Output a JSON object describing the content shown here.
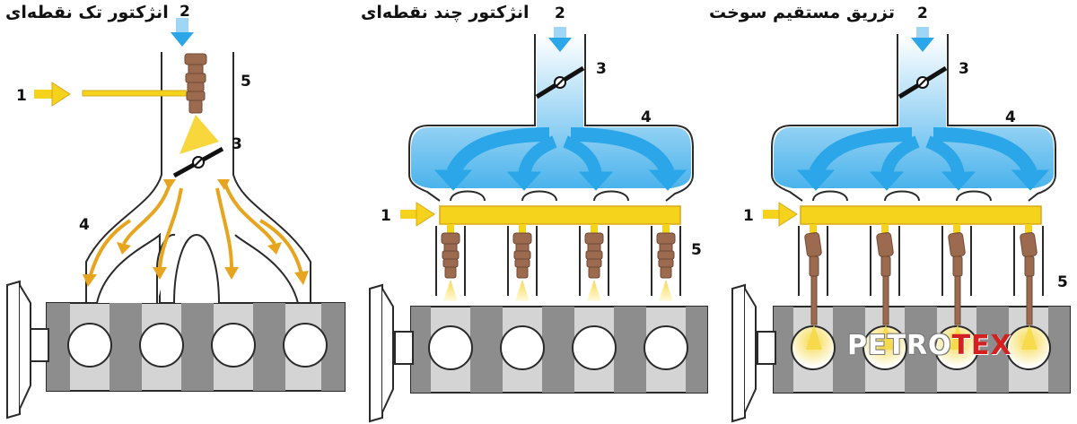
{
  "titles": {
    "single_point": "انژکتور تک نقطه‌ای",
    "multi_point": "انژکتور چند نقطه‌ای",
    "direct_injection": "تزریق مستقیم سوخت"
  },
  "labels": {
    "p1": {
      "fuel": "1",
      "air": "2",
      "throttle": "3",
      "manifold": "4",
      "injector": "5"
    },
    "p2": {
      "fuel": "1",
      "air": "2",
      "throttle": "3",
      "manifold": "4",
      "injector": "5"
    },
    "p3": {
      "fuel": "1",
      "air": "2",
      "throttle": "3",
      "manifold": "4",
      "injector": "5"
    }
  },
  "watermark": {
    "part1": "PETRO",
    "part2": "TEX"
  },
  "colors": {
    "air": "#2ba6e8",
    "fuel_rail": "#f5d21b",
    "fuel_arrow": "#e7a51f",
    "injector": "#9c6a4e",
    "block_dark": "#8d8d8d",
    "block_light": "#d4d4d4",
    "outline": "#2a2a2a"
  }
}
